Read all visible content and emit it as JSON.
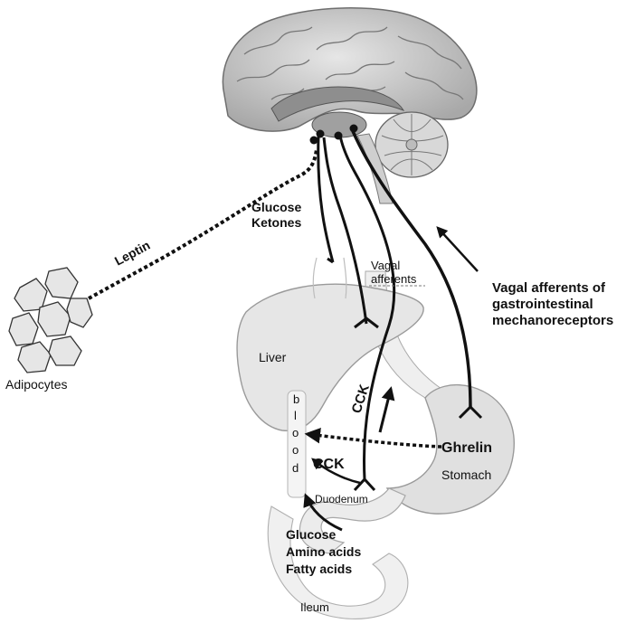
{
  "labels": {
    "glucose_ketones": [
      "Glucose",
      "Ketones"
    ],
    "leptin": "Leptin",
    "adipocytes": "Adipocytes",
    "vagal_afferents": [
      "Vagal",
      "afferents"
    ],
    "vagal_mechano": [
      "Vagal afferents of",
      "gastrointestinal",
      "mechanoreceptors"
    ],
    "liver": "Liver",
    "cck_diag": "CCK",
    "blood": [
      "b",
      "l",
      "o",
      "o",
      "d"
    ],
    "cck": "CCK",
    "ghrelin": "Ghrelin",
    "stomach": "Stomach",
    "duodenum": "Duodenum",
    "nutrients": [
      "Glucose",
      "Amino acids",
      "Fatty acids"
    ],
    "ileum": "Ileum"
  },
  "colors": {
    "ink": "#111111",
    "organ_fill": "#e9e9e9",
    "organ_stroke": "#9a9a9a",
    "brain_fill": "#c8c8c8",
    "brain_dark": "#6e6e6e"
  }
}
